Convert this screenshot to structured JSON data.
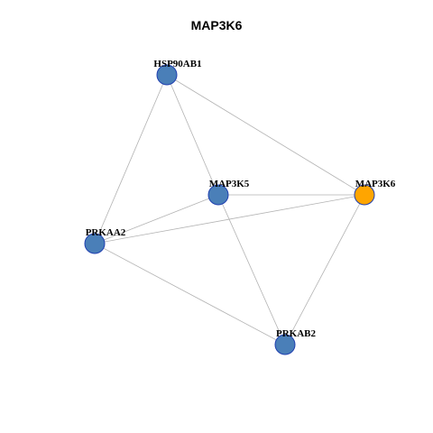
{
  "title": "MAP3K6",
  "colors": {
    "node_default": "#4a7fb8",
    "node_query": "#ffa500",
    "node_border": "#1f3fb0",
    "edge": "#b3b3b3"
  },
  "nodes": [
    {
      "id": "HSP90AB1",
      "label": "HSP90AB1",
      "query": false
    },
    {
      "id": "MAP3K5",
      "label": "MAP3K5",
      "query": false
    },
    {
      "id": "MAP3K6",
      "label": "MAP3K6",
      "query": true
    },
    {
      "id": "PRKAA2",
      "label": "PRKAA2",
      "query": false
    },
    {
      "id": "PRKAB2",
      "label": "PRKAB2",
      "query": false
    }
  ],
  "edges": [
    [
      "HSP90AB1",
      "MAP3K6"
    ],
    [
      "HSP90AB1",
      "MAP3K5"
    ],
    [
      "HSP90AB1",
      "PRKAA2"
    ],
    [
      "MAP3K5",
      "MAP3K6"
    ],
    [
      "MAP3K5",
      "PRKAA2"
    ],
    [
      "MAP3K5",
      "PRKAB2"
    ],
    [
      "PRKAA2",
      "MAP3K6"
    ],
    [
      "PRKAA2",
      "PRKAB2"
    ],
    [
      "MAP3K6",
      "PRKAB2"
    ]
  ]
}
